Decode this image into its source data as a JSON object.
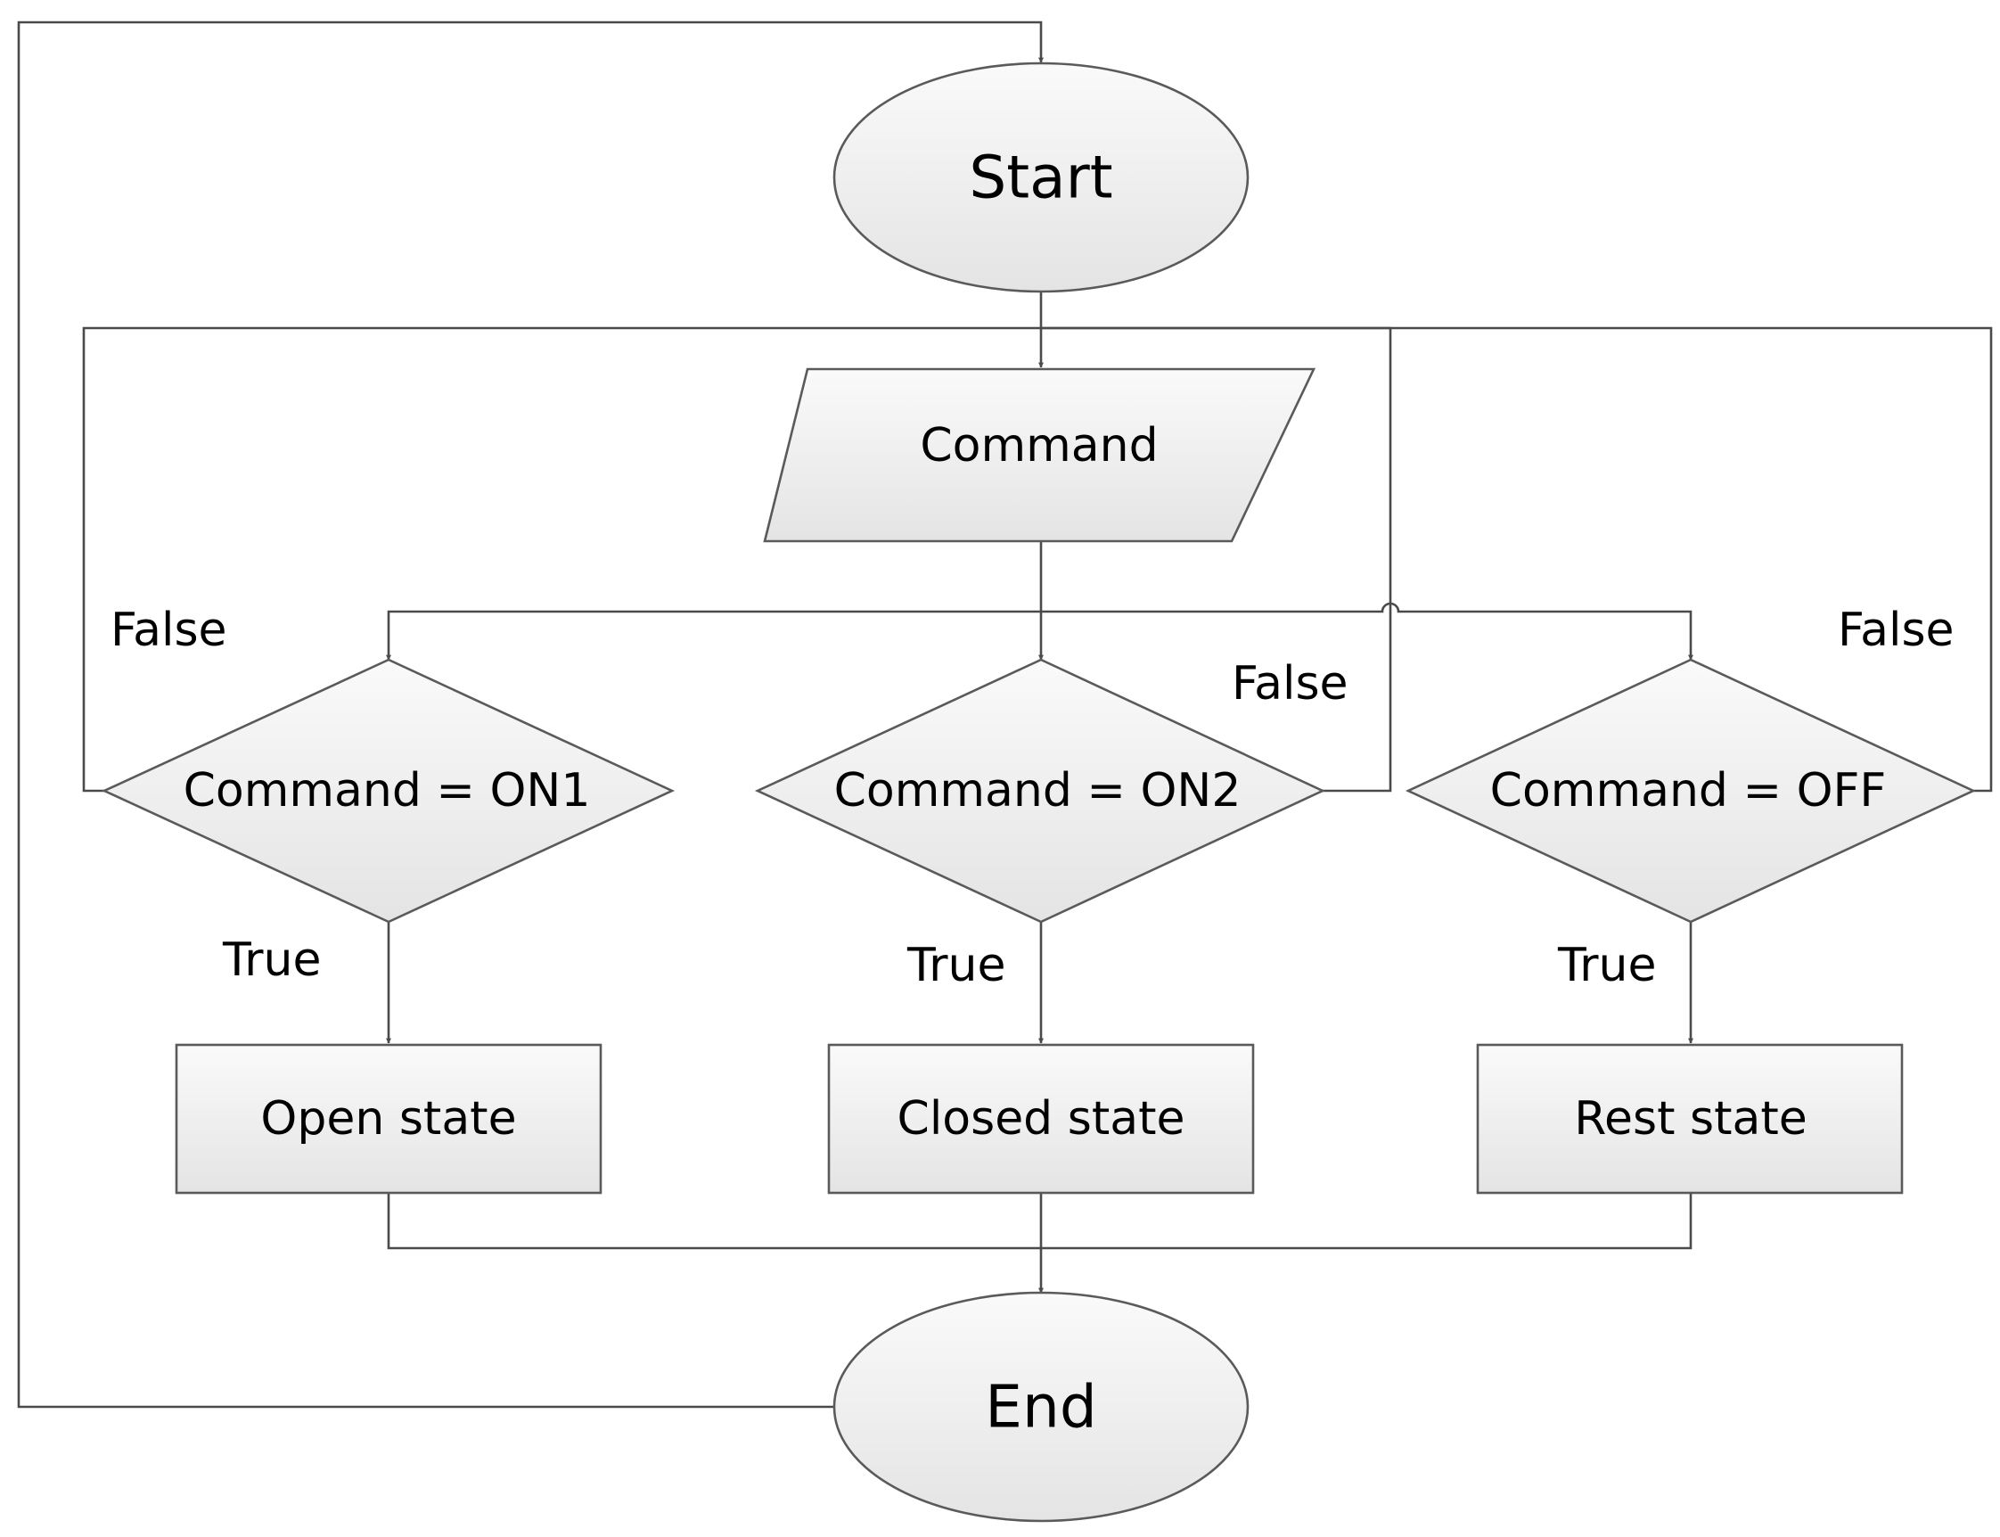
{
  "nodes": {
    "start": "Start",
    "input": "Command",
    "decision_on1": "Command = ON1",
    "decision_on2": "Command = ON2",
    "decision_off": "Command = OFF",
    "open_state": "Open state",
    "closed_state": "Closed state",
    "rest_state": "Rest state",
    "end": "End"
  },
  "edge_labels": {
    "on1_false": "False",
    "on2_false": "False",
    "off_false": "False",
    "on1_true": "True",
    "on2_true": "True",
    "off_true": "True"
  }
}
